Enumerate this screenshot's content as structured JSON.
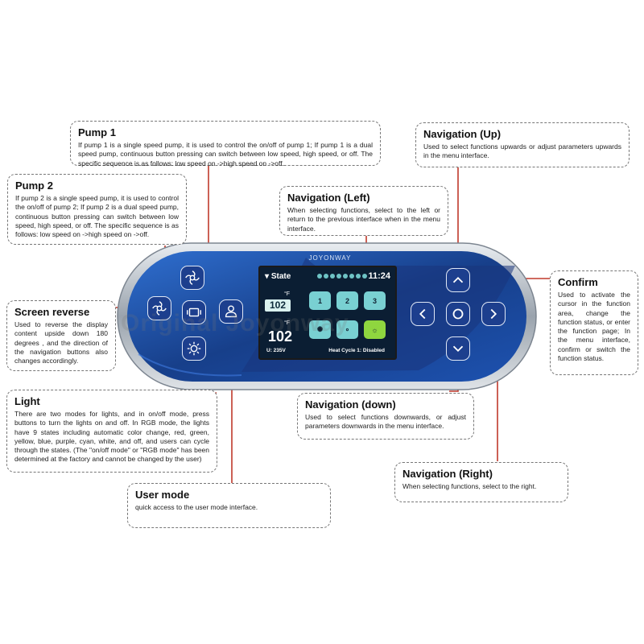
{
  "callouts": {
    "pump1": {
      "title": "Pump 1",
      "text": "If pump 1 is a single speed pump, it is used to control the on/off of pump 1; If pump 1 is a dual speed pump, continuous button pressing can switch between low speed, high speed, or off. The specific sequence is as follows: low speed on ->high speed on ->off."
    },
    "pump2": {
      "title": "Pump 2",
      "text": "If pump 2 is a single speed pump, it is used to control the on/off of pump 2; If pump 2 is a dual speed pump, continuous button pressing can switch between low speed, high speed, or off. The specific sequence is as follows: low speed on ->high speed on ->off."
    },
    "nav_left": {
      "title": "Navigation (Left)",
      "text": "When selecting functions, select to the left or return to the previous interface when in the menu interface."
    },
    "nav_up": {
      "title": "Navigation (Up)",
      "text": "Used to select functions upwards or adjust parameters upwards in the menu interface."
    },
    "confirm": {
      "title": "Confirm",
      "text": "Used to activate the cursor in the function area, change the function status, or enter the function page; In the menu interface, confirm or switch the function status."
    },
    "screen_reverse": {
      "title": "Screen reverse",
      "text": "Used to reverse the display content upside down 180 degrees , and the direction of the navigation buttons also changes accordingly."
    },
    "light": {
      "title": "Light",
      "text": "There are two modes for lights, and in on/off mode, press buttons to turn the lights on and off. In RGB mode, the lights have 9 states including automatic color change, red, green, yellow, blue, purple, cyan, white, and off, and users can cycle through the states. (The \"on/off mode\" or \"RGB mode\" has been determined at the factory and cannot be changed by the user)"
    },
    "nav_down": {
      "title": "Navigation (down)",
      "text": "Used to select functions downwards, or adjust parameters downwards in the menu interface."
    },
    "nav_right": {
      "title": "Navigation (Right)",
      "text": "When selecting functions, select to the right."
    },
    "user_mode": {
      "title": "User mode",
      "text": "quick access to the user mode interface."
    }
  },
  "panel": {
    "brand": "JOYONWAY",
    "screen": {
      "title": "State",
      "time": "11:24",
      "temp_set": "102",
      "temp_current": "102",
      "unit": "°F",
      "voltage": "U: 235V",
      "status": "Heat Cycle 1: Disabled",
      "tiles": [
        "1",
        "2",
        "3",
        "",
        "",
        ""
      ]
    }
  },
  "watermark": "Original Joyonway",
  "colors": {
    "panel_blue": "#1d3f8e",
    "connector_red": "#c0392b",
    "tile_teal": "#79d0d2",
    "tile_green": "#8fd63f"
  }
}
